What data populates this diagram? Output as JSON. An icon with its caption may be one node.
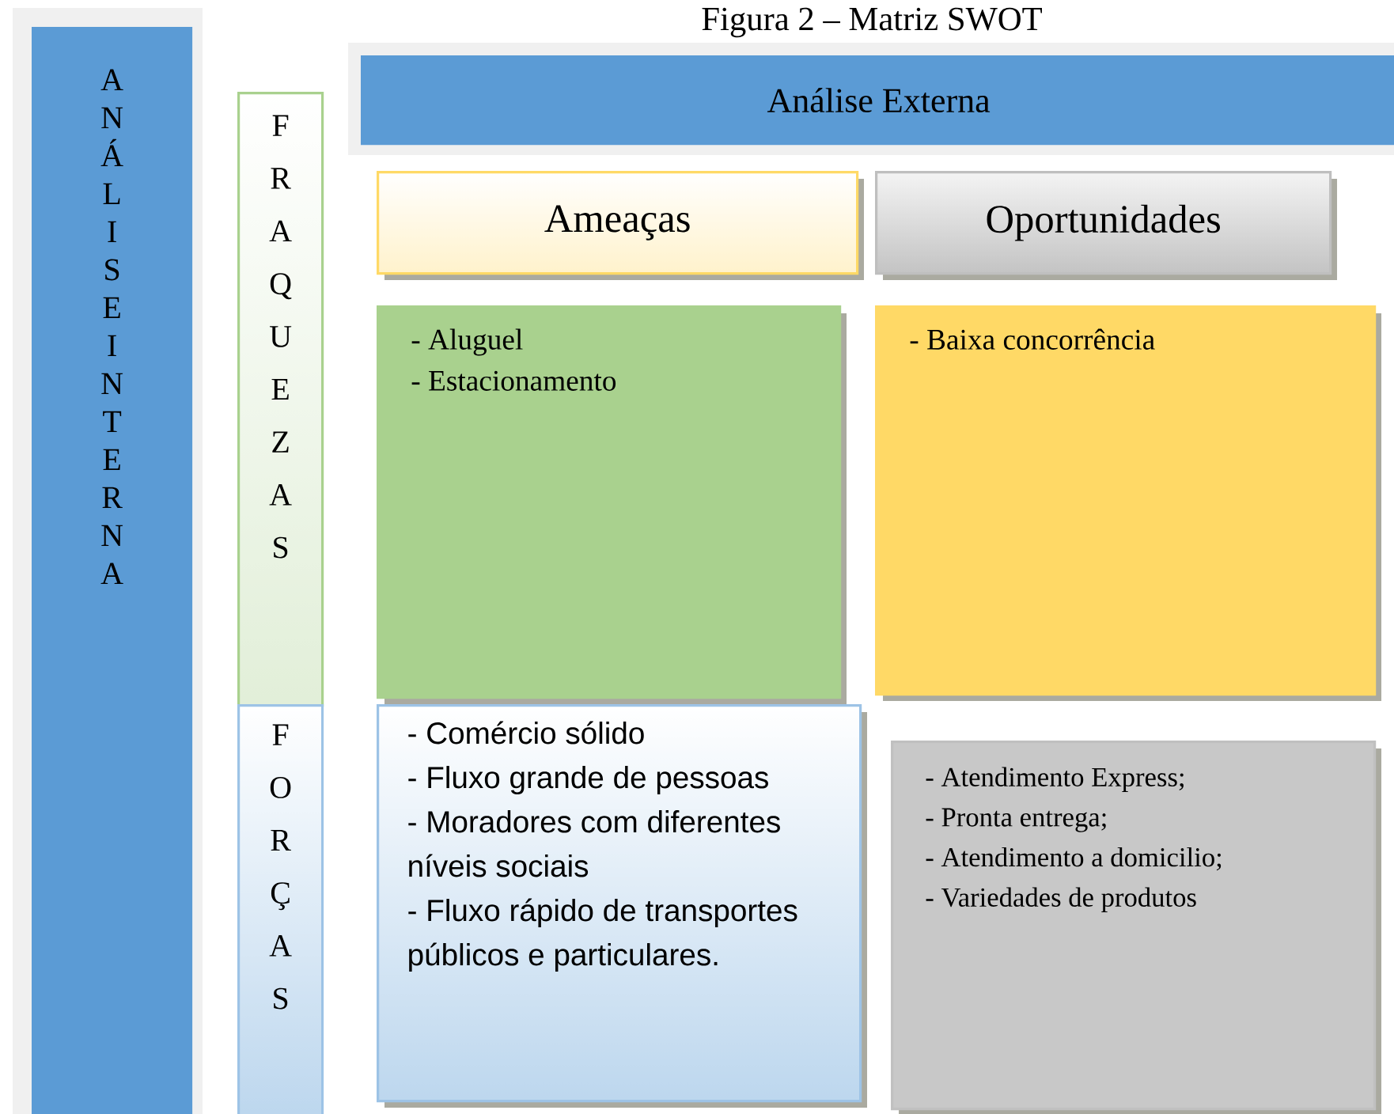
{
  "diagram": {
    "title": "Figura 2 – Matriz SWOT",
    "nodes": [
      {
        "text": [
          "A N Á L I S E I N T E R N A"
        ]
      },
      {
        "text": [
          "Análise Externa"
        ]
      },
      {
        "text": [
          "F R A Q U E Z A S"
        ]
      },
      {
        "text": [
          "F O R Ç A S"
        ]
      },
      {
        "text": [
          "Ameaças"
        ]
      },
      {
        "text": [
          "Oportunidades"
        ]
      },
      {
        "text": [
          "- Aluguel",
          "- Estacionamento"
        ]
      },
      {
        "text": [
          "- Baixa concorrência"
        ]
      },
      {
        "text": [
          "- Comércio sólido",
          "- Fluxo grande de pessoas",
          "- Moradores com diferentes níveis sociais",
          "- Fluxo rápido de transportes públicos e particulares."
        ]
      },
      {
        "text": [
          "- Atendimento Express;",
          "- Pronta entrega;",
          "- Atendimento a domicilio;",
          "- Variedades de produtos"
        ]
      }
    ]
  }
}
